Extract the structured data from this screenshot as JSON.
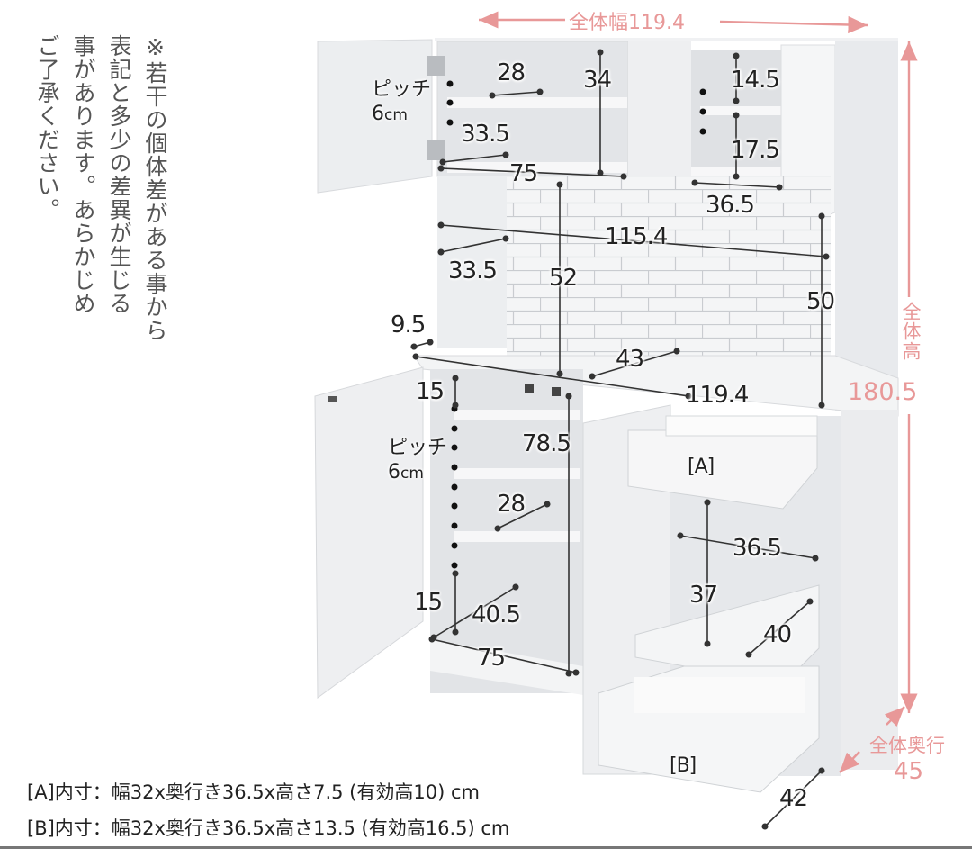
{
  "note": {
    "columns": [
      "※若干の個体差がある事から",
      "表記と多少の差異が生じる",
      "事があります。あらかじめ",
      "ご了承ください。"
    ]
  },
  "overall": {
    "width_label": "全体幅119.4",
    "height_label_kanji": "全体高",
    "height_value": "180.5",
    "depth_label_kanji": "全体奥行",
    "depth_value": "45",
    "accent_color": "#e89898"
  },
  "upper_cabinet": {
    "pitch_label": "ピッチ",
    "pitch_value": "6",
    "pitch_unit": "cm",
    "left_shelf_depth": "28",
    "left_height": "34",
    "left_depth": "33.5",
    "left_width": "75",
    "right_top_height": "14.5",
    "right_bottom_height": "17.5",
    "right_width": "36.5"
  },
  "middle_opening": {
    "inner_width": "115.4",
    "depth": "33.5",
    "height_left": "52",
    "height_right": "50",
    "counter_depth_offset": "9.5",
    "counter_depth": "43",
    "counter_width": "119.4"
  },
  "lower_cabinet": {
    "pitch_label": "ピッチ",
    "pitch_value": "6",
    "pitch_unit": "cm",
    "top_gap": "15",
    "bottom_gap": "15",
    "height": "78.5",
    "shelf_depth": "28",
    "floor_depth": "40.5",
    "width": "75"
  },
  "drawer_section": {
    "drawer_a_label": "[A]",
    "drawer_b_label": "[B]",
    "inner_depth": "36.5",
    "slide_shelf_height": "37",
    "slide_shelf_depth": "40",
    "drawer_b_depth": "42"
  },
  "footer": {
    "line_a": "[A]内寸：幅32x奥行き36.5x高さ7.5 (有効高10) cm",
    "line_b": "[B]内寸：幅32x奥行き36.5x高さ13.5 (有効高16.5) cm"
  }
}
